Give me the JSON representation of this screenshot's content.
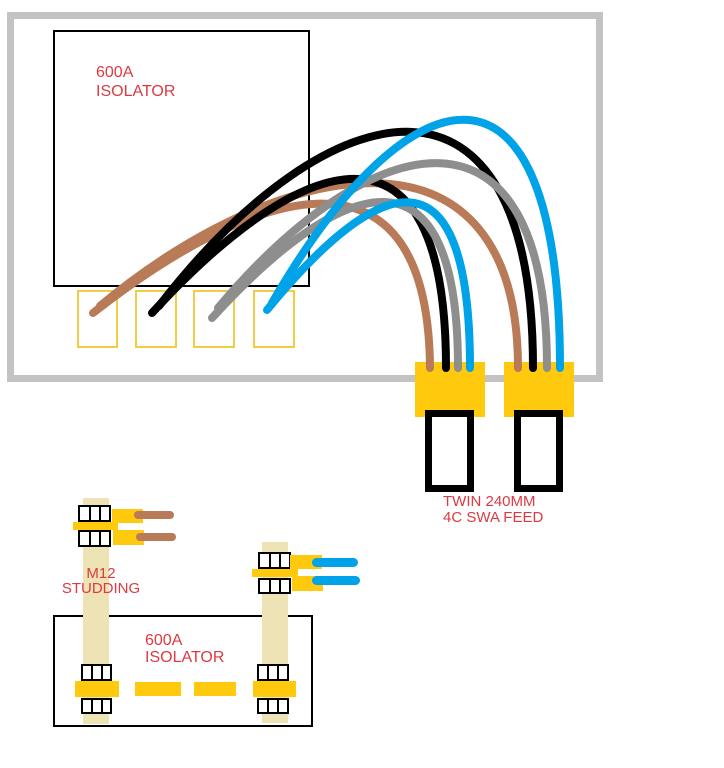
{
  "colors": {
    "wire_brown": "#B97A57",
    "wire_black": "#000000",
    "wire_grey": "#8E8E8E",
    "wire_blue": "#00A2E8",
    "gold": "#FFC90E",
    "terminal_yellow": "#F2CC45",
    "stud_beige": "#EDE3B4",
    "enclosure_grey": "#C3C3C3",
    "label_red": "#DC3A42"
  },
  "top": {
    "isolator": {
      "line1": "600A",
      "line2": "ISOLATOR"
    },
    "feed": {
      "line1": "TWIN 240MM",
      "line2": "4C SWA FEED"
    }
  },
  "bottom": {
    "studding": {
      "line1": "M12",
      "line2": "STUDDING"
    },
    "isolator": {
      "line1": "600A",
      "line2": "ISOLATOR"
    }
  }
}
